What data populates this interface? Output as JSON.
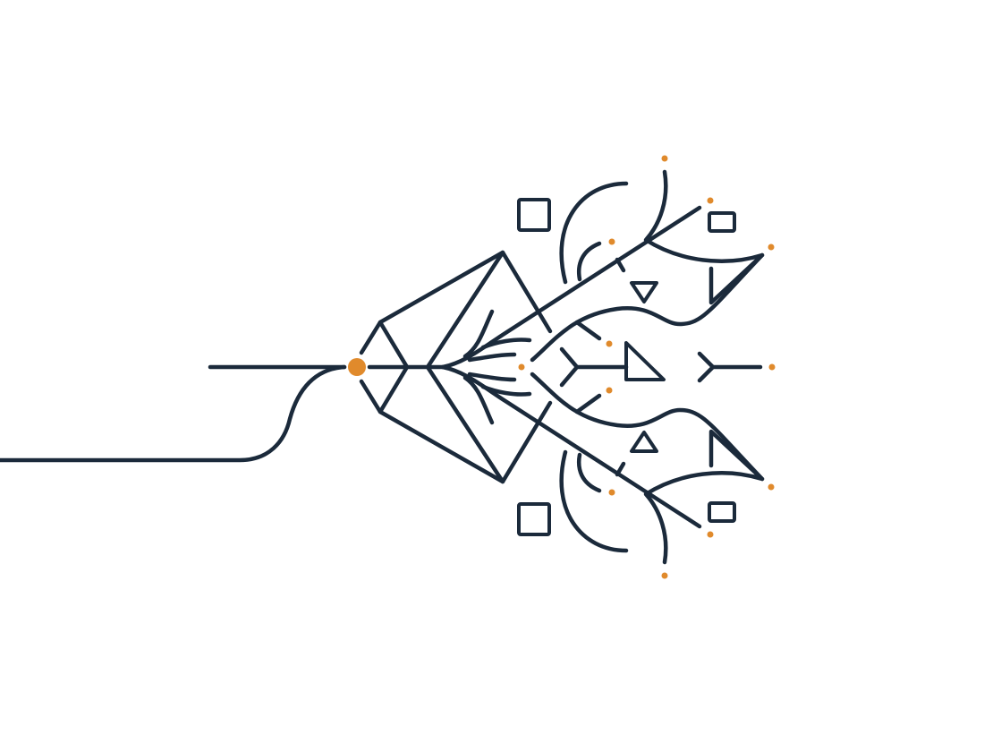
{
  "palette": {
    "line": "#1b2a3b",
    "accent": "#e08a2c",
    "background": "#ffffff"
  },
  "diagram": {
    "kind": "branching-line-illustration",
    "icons": [
      "origin-node-dot",
      "endpoint-dot",
      "square-node",
      "triangle-node"
    ]
  }
}
